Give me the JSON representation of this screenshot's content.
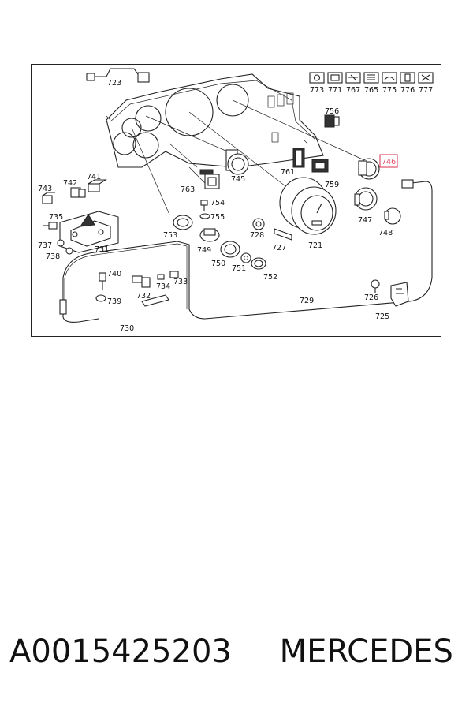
{
  "diagram": {
    "labels": {
      "p723": "723",
      "p773": "773",
      "p771": "771",
      "p767": "767",
      "p765": "765",
      "p775": "775",
      "p776": "776",
      "p777": "777",
      "p756": "756",
      "p746": "746",
      "p745": "745",
      "p761": "761",
      "p763": "763",
      "p759": "759",
      "p741": "741",
      "p742": "742",
      "p743": "743",
      "p754": "754",
      "p755": "755",
      "p747": "747",
      "p748": "748",
      "p735": "735",
      "p753": "753",
      "p728": "728",
      "p721": "721",
      "p737": "737",
      "p731": "731",
      "p738": "738",
      "p749": "749",
      "p727": "727",
      "p750": "750",
      "p751": "751",
      "p752": "752",
      "p740": "740",
      "p734": "734",
      "p733": "733",
      "p732": "732",
      "p739": "739",
      "p729": "729",
      "p726": "726",
      "p725": "725",
      "p730": "730"
    },
    "highlight": "746"
  },
  "footer": {
    "part_number": "A0015425203",
    "brand": "MERCEDES"
  }
}
